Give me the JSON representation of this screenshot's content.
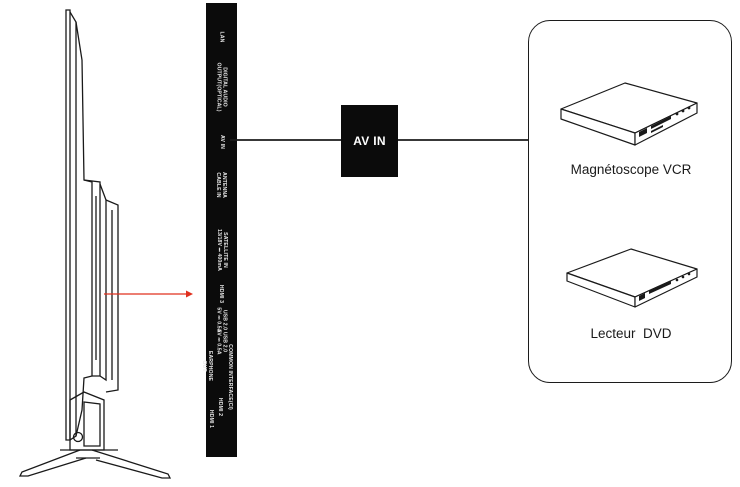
{
  "connector_panel": {
    "labels": [
      "LAN",
      "DIGITAL AUDIO\nOUTPUT(OPTICAL)",
      "AV IN",
      "ANTENNA\nCABLE IN",
      "SATELLITE IN\n13/18V ⎓ 400mA",
      "HDMI 3",
      "USB 2.0\n5V ⎓ 0.5A",
      "USB 2.0\n5V ⎓ 0.5A",
      "EARPHONE\nOUT",
      "COMMON INTERFACE(CI)",
      "HDMI 2",
      "HDMI 1"
    ]
  },
  "connection": {
    "label": "AV IN"
  },
  "devices": [
    {
      "name": "Magnétoscope VCR",
      "icon": "vcr-icon"
    },
    {
      "name": "Lecteur  DVD",
      "icon": "dvd-player-icon"
    }
  ],
  "colors": {
    "panel": "#0b0b0b",
    "arrow": "#e0301e",
    "line": "#1c1c1c"
  }
}
